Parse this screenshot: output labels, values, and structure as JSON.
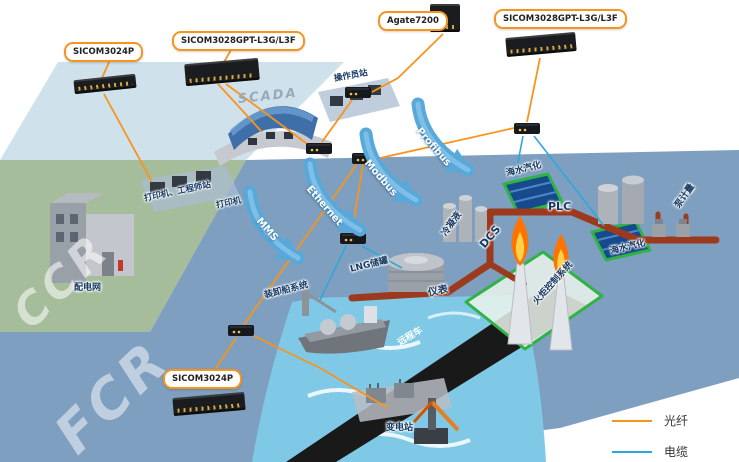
{
  "callouts": [
    "SICOM3024P",
    "SICOM3028GPT-L3G/L3F",
    "Agate7200",
    "SICOM3028GPT-L3G/L3F",
    "SICOM3024P"
  ],
  "zones": {
    "ccr": "CCR",
    "fcr": "FCR"
  },
  "protocols": {
    "mms": "MMS",
    "ethernet": "Ethernet",
    "modbus": "Modbus",
    "profibus": "Profibus"
  },
  "labels": {
    "scada": "SCADA",
    "power_distribution": "配电网",
    "printer_engineer_station": "打印机、工程师站",
    "printer": "打印机",
    "operator_station": "操作员站",
    "ship_loading_system": "装卸船系统",
    "lng_tank": "LNG储罐",
    "condensate": "冷凝液",
    "seawater_vaporization_left": "海水汽化",
    "plc": "PLC",
    "dcs": "DCS",
    "instruments": "仪表",
    "flare_control_system": "火炬控制系统",
    "seawater_vaporization_right": "海水汽化",
    "pump_metering": "泵计量",
    "substation": "变电站",
    "road_vehicle": "远程车"
  },
  "legend": {
    "fiber": "光纤",
    "cable": "电缆"
  },
  "colors": {
    "fiber": "#f7941d",
    "cable": "#2ea8dc",
    "arrow": "#58a8da",
    "zone_teal": "#cfe2ec",
    "zone_green": "#a6bd9b",
    "zone_blue": "#7e9fbf",
    "pipe": "#9c3a1e",
    "equipment_border_green": "#2fb344"
  }
}
